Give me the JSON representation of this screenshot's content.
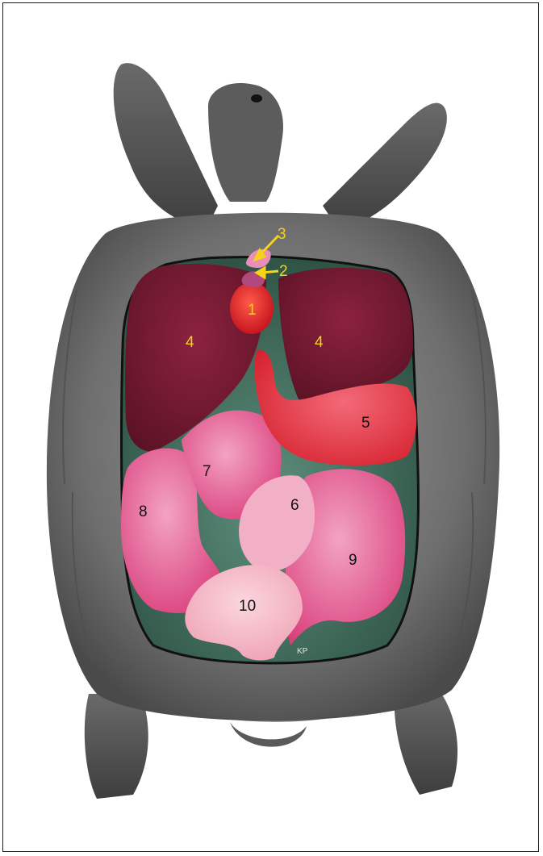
{
  "figure": {
    "labels": {
      "heart": "1",
      "great_vessels": "2",
      "trachea": "3",
      "lung_left": "4",
      "lung_right": "4",
      "stomach": "5",
      "bladder_neck": "6",
      "intestine_upper": "7",
      "intestine_left": "8",
      "intestine_right": "9",
      "bladder": "10"
    },
    "signature": "KP"
  },
  "colors": {
    "label_yellow": "#f6d21a",
    "label_black": "#111111",
    "lung": "#7a1a34",
    "heart": "#e8202a",
    "stomach": "#e9303e",
    "intestine": "#e4598f",
    "bladder": "#f3b7c6",
    "cavity": "#3d6a56"
  }
}
